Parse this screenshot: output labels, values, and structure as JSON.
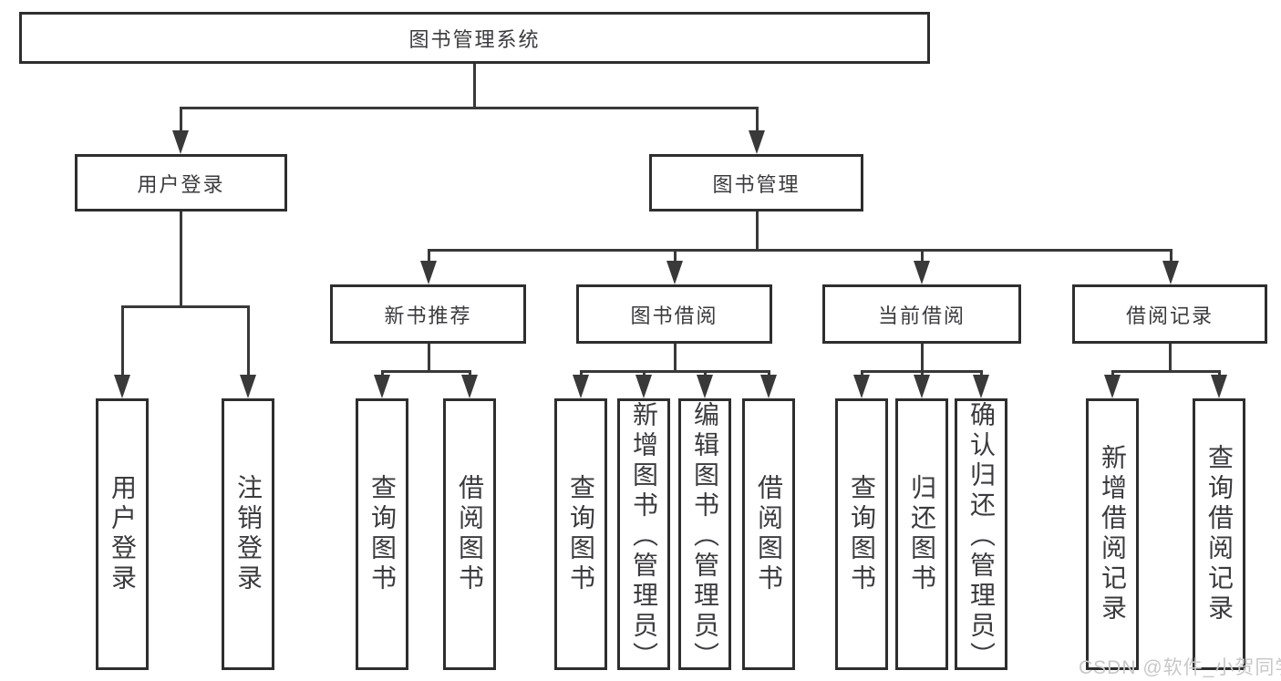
{
  "diagram": {
    "title_node": "图书管理系统",
    "level1": [
      "用户登录",
      "图书管理"
    ],
    "level2": [
      "新书推荐",
      "图书借阅",
      "当前借阅",
      "借阅记录"
    ],
    "leaves_user": [
      "用户登录",
      "注销登录"
    ],
    "leaves_newbook": [
      "查询图书",
      "借阅图书"
    ],
    "leaves_bookborrow": [
      "查询图书",
      "新增图书（管理员）",
      "编辑图书（管理员）",
      "借阅图书"
    ],
    "leaves_current": [
      "查询图书",
      "归还图书",
      "确认归还（管理员）"
    ],
    "leaves_records": [
      "新增借阅记录",
      "查询借阅记录"
    ],
    "watermark": "CSDN @软件_小贺同学",
    "colors": {
      "line": "#393939",
      "box_border": "#2e2e2e",
      "text": "#3b3b3f",
      "watermark": "#c8c8c8",
      "background": "#ffffff"
    }
  }
}
